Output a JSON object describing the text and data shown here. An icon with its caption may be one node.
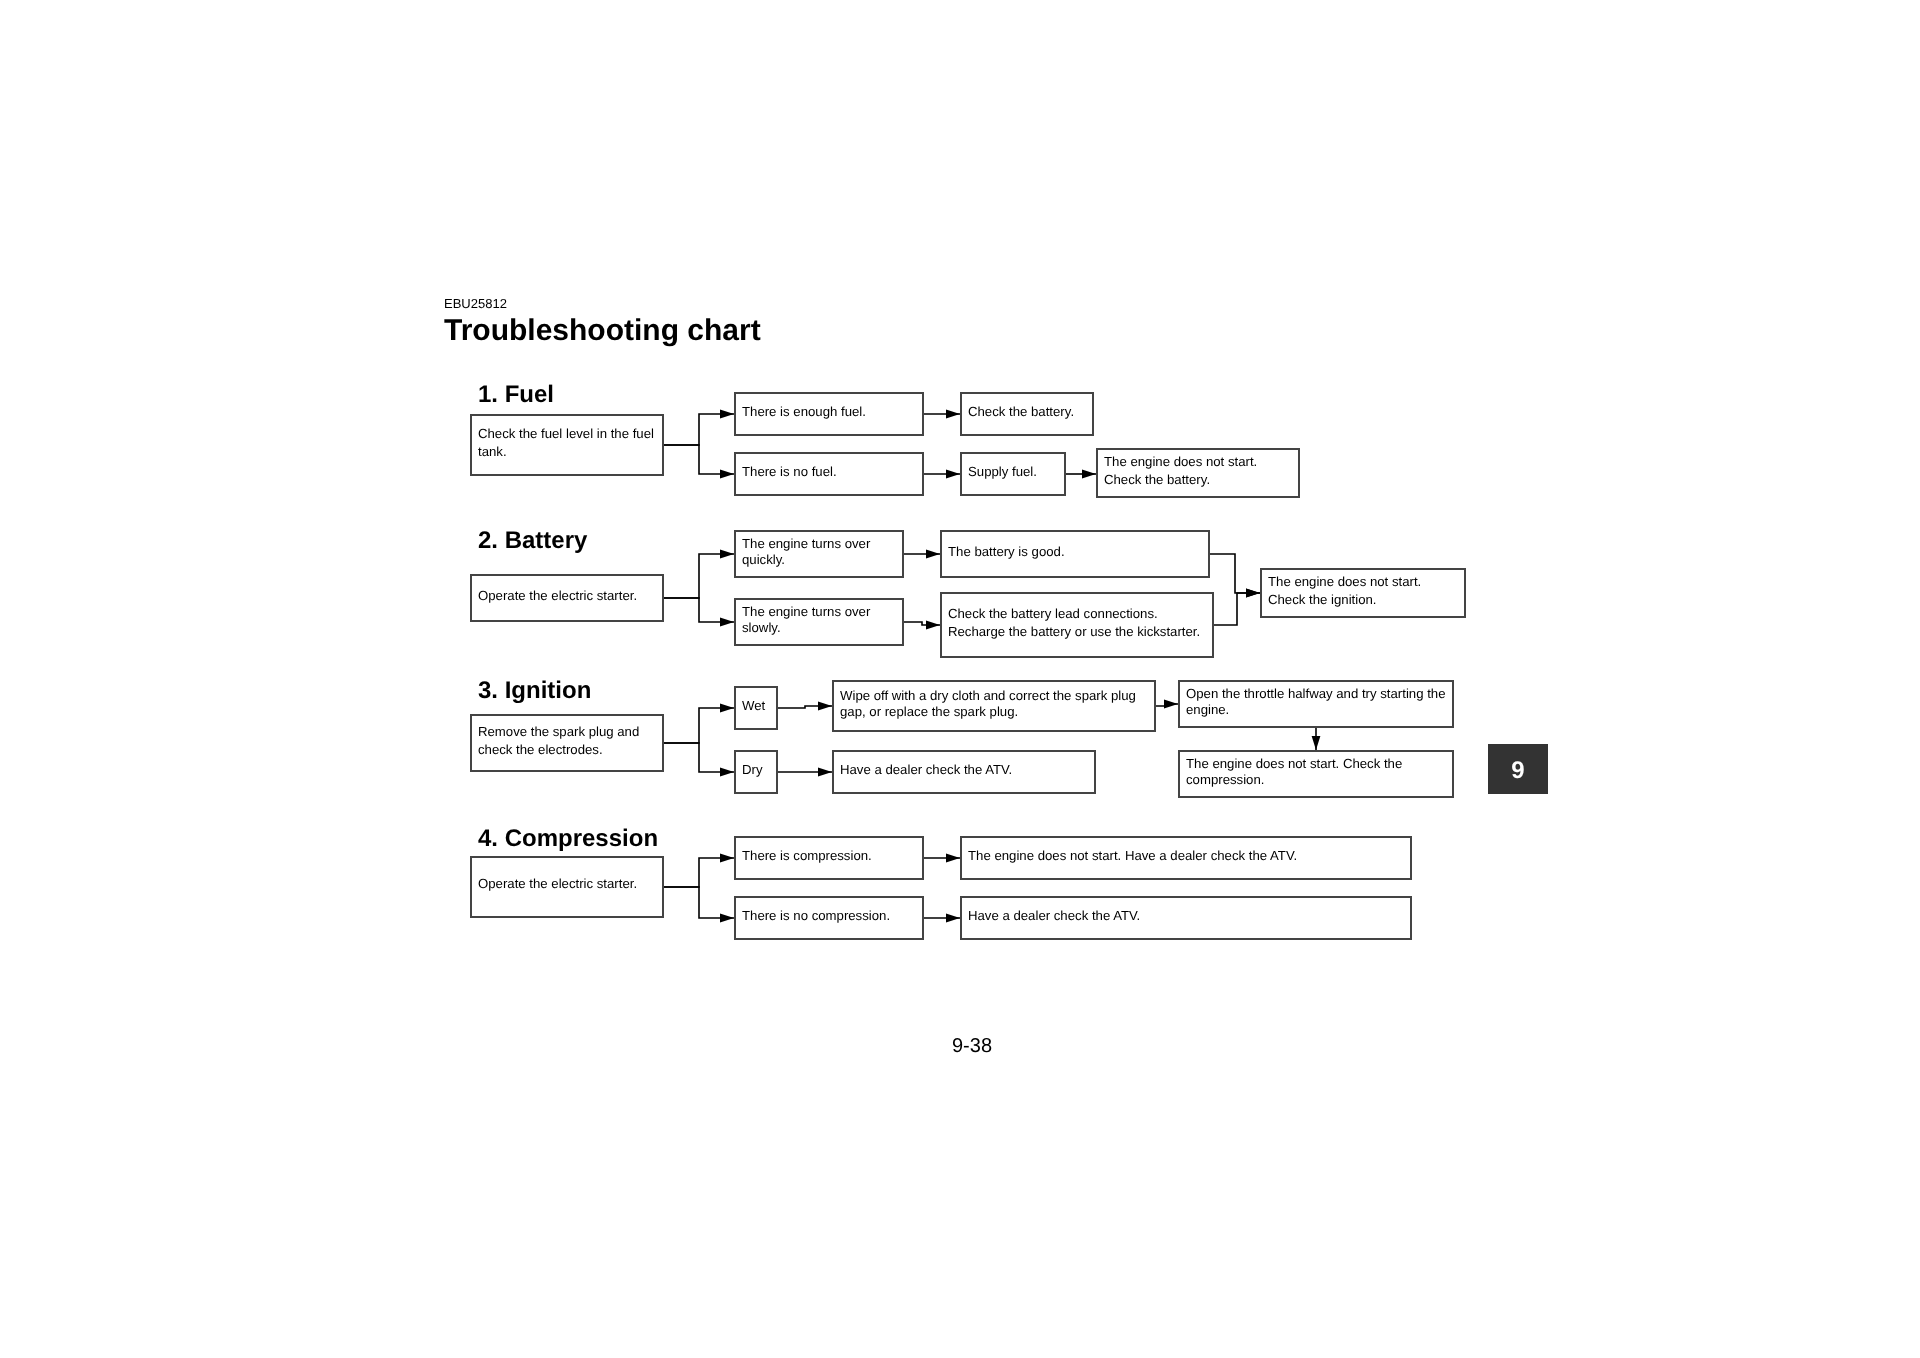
{
  "diagram": {
    "title": "Troubleshooting chart",
    "nodes": [
      {
        "text": [
          "Check the fuel level in the fuel tank."
        ]
      },
      {
        "text": [
          "There is enough fuel."
        ]
      },
      {
        "text": [
          "Check the battery."
        ]
      },
      {
        "text": [
          "There is no fuel."
        ]
      },
      {
        "text": [
          "Supply fuel."
        ]
      },
      {
        "text": [
          "The engine does not start. Check the battery."
        ]
      },
      {
        "text": [
          "Operate the electric starter."
        ]
      },
      {
        "text": [
          "The engine turns over quickly."
        ]
      },
      {
        "text": [
          "The battery is good."
        ]
      },
      {
        "text": [
          "The engine turns over slowly."
        ]
      },
      {
        "text": [
          "Check the battery lead connections. Recharge the battery or use the kickstarter."
        ]
      },
      {
        "text": [
          "The engine does not start. Check the ignition."
        ]
      },
      {
        "text": [
          "Remove the spark plug and check the electrodes."
        ]
      },
      {
        "text": [
          "Wet"
        ]
      },
      {
        "text": [
          "Wipe off with a dry cloth and correct the spark plug gap, or replace the spark plug."
        ]
      },
      {
        "text": [
          "Dry"
        ]
      },
      {
        "text": [
          "Have a dealer check the ATV."
        ]
      },
      {
        "text": [
          "Open the throttle halfway and try starting the engine."
        ]
      },
      {
        "text": [
          "The engine does not start. Check the compression."
        ]
      },
      {
        "text": [
          "Operate the electric starter."
        ]
      },
      {
        "text": [
          "There is compression."
        ]
      },
      {
        "text": [
          "The engine does not start. Have a dealer check the ATV."
        ]
      },
      {
        "text": [
          "There is no compression."
        ]
      },
      {
        "text": [
          "Have a dealer check the ATV."
        ]
      }
    ],
    "edges": [
      {
        "from": 0,
        "to": 1,
        "arrow": "to"
      },
      {
        "from": 0,
        "to": 3,
        "arrow": "to"
      },
      {
        "from": 1,
        "to": 2,
        "arrow": "to"
      },
      {
        "from": 3,
        "to": 4,
        "arrow": "to"
      },
      {
        "from": 4,
        "to": 5,
        "arrow": "to"
      },
      {
        "from": 6,
        "to": 7,
        "arrow": "to"
      },
      {
        "from": 6,
        "to": 9,
        "arrow": "to"
      },
      {
        "from": 7,
        "to": 8,
        "arrow": "to"
      },
      {
        "from": 9,
        "to": 10,
        "arrow": "to"
      },
      {
        "from": 8,
        "to": 11,
        "arrow": "to"
      },
      {
        "from": 10,
        "to": 11,
        "arrow": "to"
      },
      {
        "from": 12,
        "to": 13,
        "arrow": "to"
      },
      {
        "from": 12,
        "to": 15,
        "arrow": "to"
      },
      {
        "from": 13,
        "to": 14,
        "arrow": "to"
      },
      {
        "from": 15,
        "to": 16,
        "arrow": "to"
      },
      {
        "from": 14,
        "to": 17,
        "arrow": "to"
      },
      {
        "from": 17,
        "to": 18,
        "arrow": "to"
      },
      {
        "from": 19,
        "to": 20,
        "arrow": "to"
      },
      {
        "from": 19,
        "to": 22,
        "arrow": "to"
      },
      {
        "from": 20,
        "to": 21,
        "arrow": "to"
      },
      {
        "from": 22,
        "to": 23,
        "arrow": "to"
      }
    ],
    "labels": [
      "EBU25812",
      "1. Fuel",
      "2. Battery",
      "3. Ignition",
      "4. Compression",
      "9",
      "9-38"
    ]
  }
}
